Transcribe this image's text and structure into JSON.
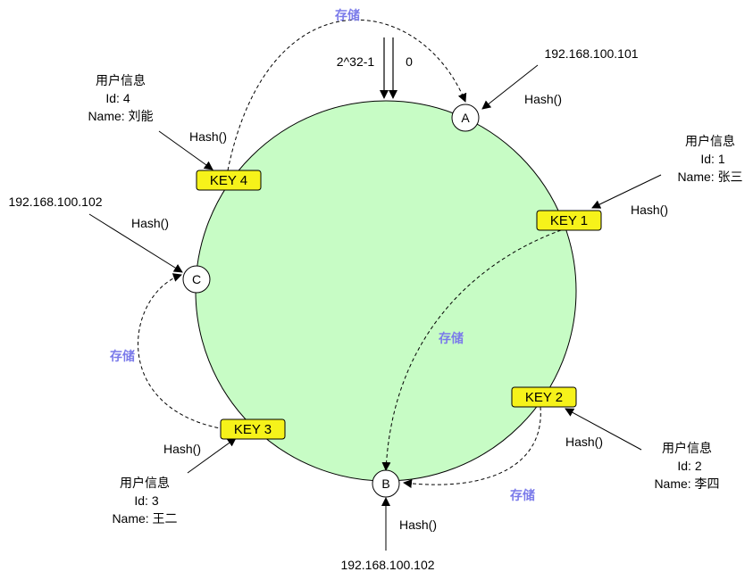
{
  "ring": {
    "label_end": "2^32-1",
    "label_start": "0"
  },
  "colors": {
    "ring_fill": "#c7fcc5",
    "key_fill": "#f6f21a",
    "store_text": "#7b7bea",
    "line": "#000000"
  },
  "nodes": {
    "a": {
      "name": "A",
      "ip": "192.168.100.101",
      "hash": "Hash()"
    },
    "b": {
      "name": "B",
      "ip": "192.168.100.102",
      "hash": "Hash()"
    },
    "c": {
      "name": "C",
      "ip": "192.168.100.102",
      "hash": "Hash()"
    }
  },
  "keys": {
    "k1": {
      "label": "KEY 1",
      "hash": "Hash()",
      "title": "用户信息",
      "id": "Id: 1",
      "name": "Name: 张三"
    },
    "k2": {
      "label": "KEY 2",
      "hash": "Hash()",
      "title": "用户信息",
      "id": "Id: 2",
      "name": "Name: 李四"
    },
    "k3": {
      "label": "KEY 3",
      "hash": "Hash()",
      "title": "用户信息",
      "id": "Id: 3",
      "name": "Name: 王二"
    },
    "k4": {
      "label": "KEY 4",
      "hash": "Hash()",
      "title": "用户信息",
      "id": "Id: 4",
      "name": "Name: 刘能"
    }
  },
  "store": {
    "k4_to_a": "存储",
    "k1_to_b": "存储",
    "k2_to_b": "存储",
    "k3_to_c": "存储"
  }
}
